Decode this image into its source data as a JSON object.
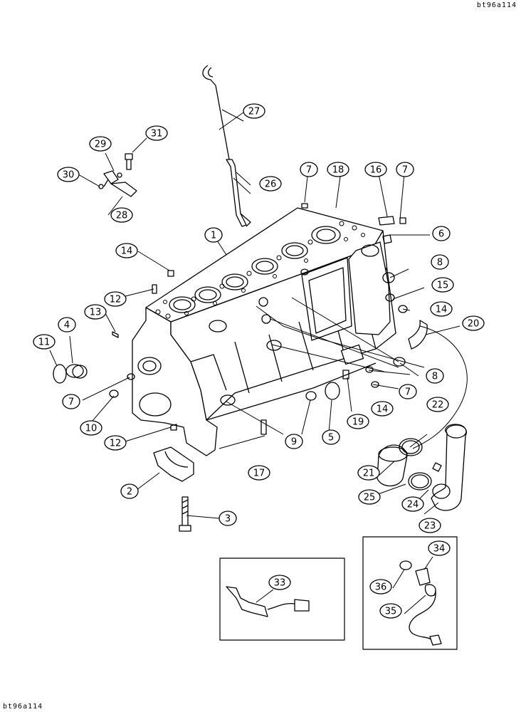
{
  "drawing_code_top": "bt96a114",
  "drawing_code_bottom": "bt96a114",
  "callouts": [
    {
      "id": "c1",
      "label": "1"
    },
    {
      "id": "c2",
      "label": "2"
    },
    {
      "id": "c3",
      "label": "3"
    },
    {
      "id": "c4",
      "label": "4"
    },
    {
      "id": "c5",
      "label": "5"
    },
    {
      "id": "c6",
      "label": "6"
    },
    {
      "id": "c7a",
      "label": "7"
    },
    {
      "id": "c7b",
      "label": "7"
    },
    {
      "id": "c7c",
      "label": "7"
    },
    {
      "id": "c7d",
      "label": "7"
    },
    {
      "id": "c8a",
      "label": "8"
    },
    {
      "id": "c8b",
      "label": "8"
    },
    {
      "id": "c9",
      "label": "9"
    },
    {
      "id": "c10",
      "label": "10"
    },
    {
      "id": "c11",
      "label": "11"
    },
    {
      "id": "c12a",
      "label": "12"
    },
    {
      "id": "c12b",
      "label": "12"
    },
    {
      "id": "c13",
      "label": "13"
    },
    {
      "id": "c14a",
      "label": "14"
    },
    {
      "id": "c14b",
      "label": "14"
    },
    {
      "id": "c14c",
      "label": "14"
    },
    {
      "id": "c15",
      "label": "15"
    },
    {
      "id": "c16",
      "label": "16"
    },
    {
      "id": "c17",
      "label": "17"
    },
    {
      "id": "c18",
      "label": "18"
    },
    {
      "id": "c19",
      "label": "19"
    },
    {
      "id": "c20",
      "label": "20"
    },
    {
      "id": "c21",
      "label": "21"
    },
    {
      "id": "c22",
      "label": "22"
    },
    {
      "id": "c23",
      "label": "23"
    },
    {
      "id": "c24",
      "label": "24"
    },
    {
      "id": "c25",
      "label": "25"
    },
    {
      "id": "c26",
      "label": "26"
    },
    {
      "id": "c27",
      "label": "27"
    },
    {
      "id": "c28",
      "label": "28"
    },
    {
      "id": "c29",
      "label": "29"
    },
    {
      "id": "c30",
      "label": "30"
    },
    {
      "id": "c31",
      "label": "31"
    },
    {
      "id": "c33",
      "label": "33"
    },
    {
      "id": "c34",
      "label": "34"
    },
    {
      "id": "c35",
      "label": "35"
    },
    {
      "id": "c36",
      "label": "36"
    }
  ]
}
